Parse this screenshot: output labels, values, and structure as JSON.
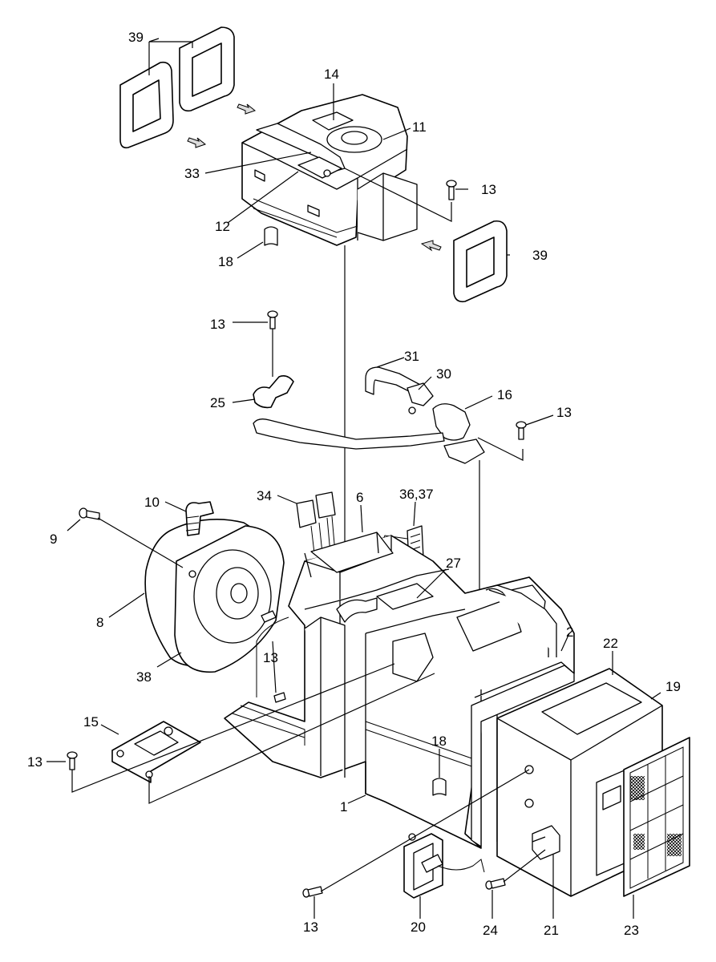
{
  "labels": {
    "l39a": "39",
    "l14": "14",
    "l11": "11",
    "l33": "33",
    "l13a": "13",
    "l12": "12",
    "l39b": "39",
    "l18a": "18",
    "l13b": "13",
    "l31": "31",
    "l30": "30",
    "l16": "16",
    "l25": "25",
    "l13c": "13",
    "l10": "10",
    "l34": "34",
    "l36": "36,37",
    "l6": "6",
    "l9": "9",
    "l27": "27",
    "l8": "8",
    "l2": "2",
    "l22": "22",
    "l13d": "13",
    "l19": "19",
    "l38": "38",
    "l15": "15",
    "l18b": "18",
    "l13e": "13",
    "l1": "1",
    "l13f": "13",
    "l20": "20",
    "l24": "24",
    "l21": "21",
    "l23": "23"
  }
}
